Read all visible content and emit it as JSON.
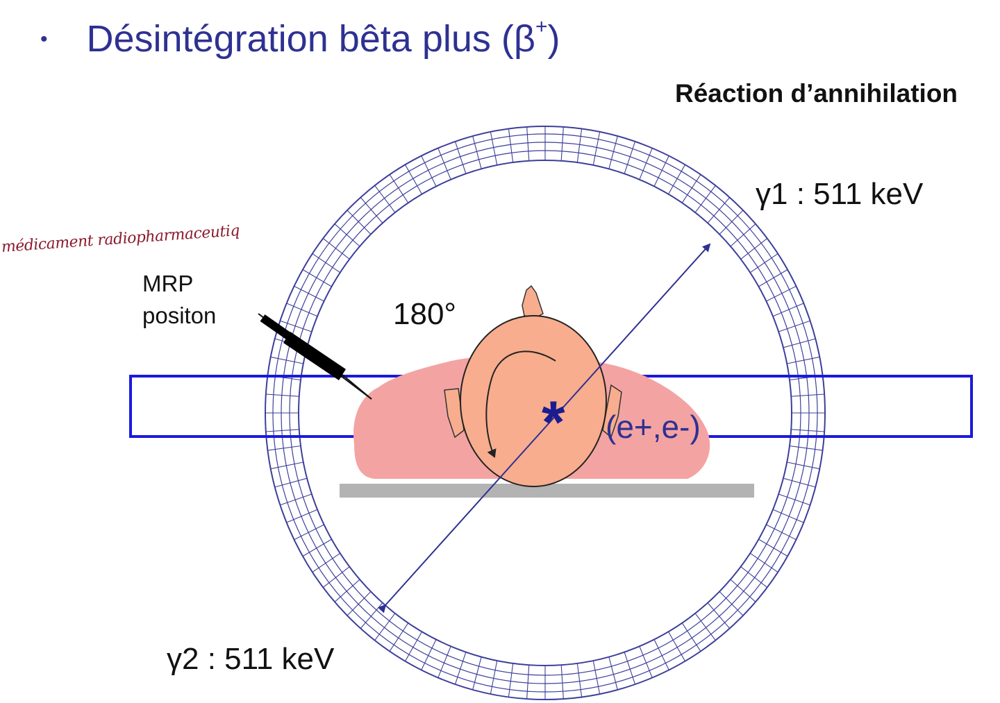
{
  "title": {
    "bullet": "•",
    "text": "Désintégration bêta plus (β",
    "sup": "+",
    "close": ")"
  },
  "labels": {
    "heading": "Réaction d’annihilation",
    "gamma1": "γ1 : 511 keV",
    "gamma2": "γ2 : 511 keV",
    "mrp_line1": "MRP",
    "mrp_line2": "positon",
    "angle": "180°",
    "pair": "(e+,e-)",
    "star": "*",
    "handwritten_note": "médicament radiopharmaceutiq"
  },
  "colors": {
    "title": "#2e3192",
    "ring": "#3b3f9a",
    "bed_band": "#1a1adb",
    "body": "#f4a3a3",
    "head": "#f7ad8e",
    "table": "#b3b3b3",
    "handwriting": "#8b1a2b"
  },
  "icons": {
    "syringe": "syringe-icon",
    "arrow": "curved-arrow-icon"
  }
}
